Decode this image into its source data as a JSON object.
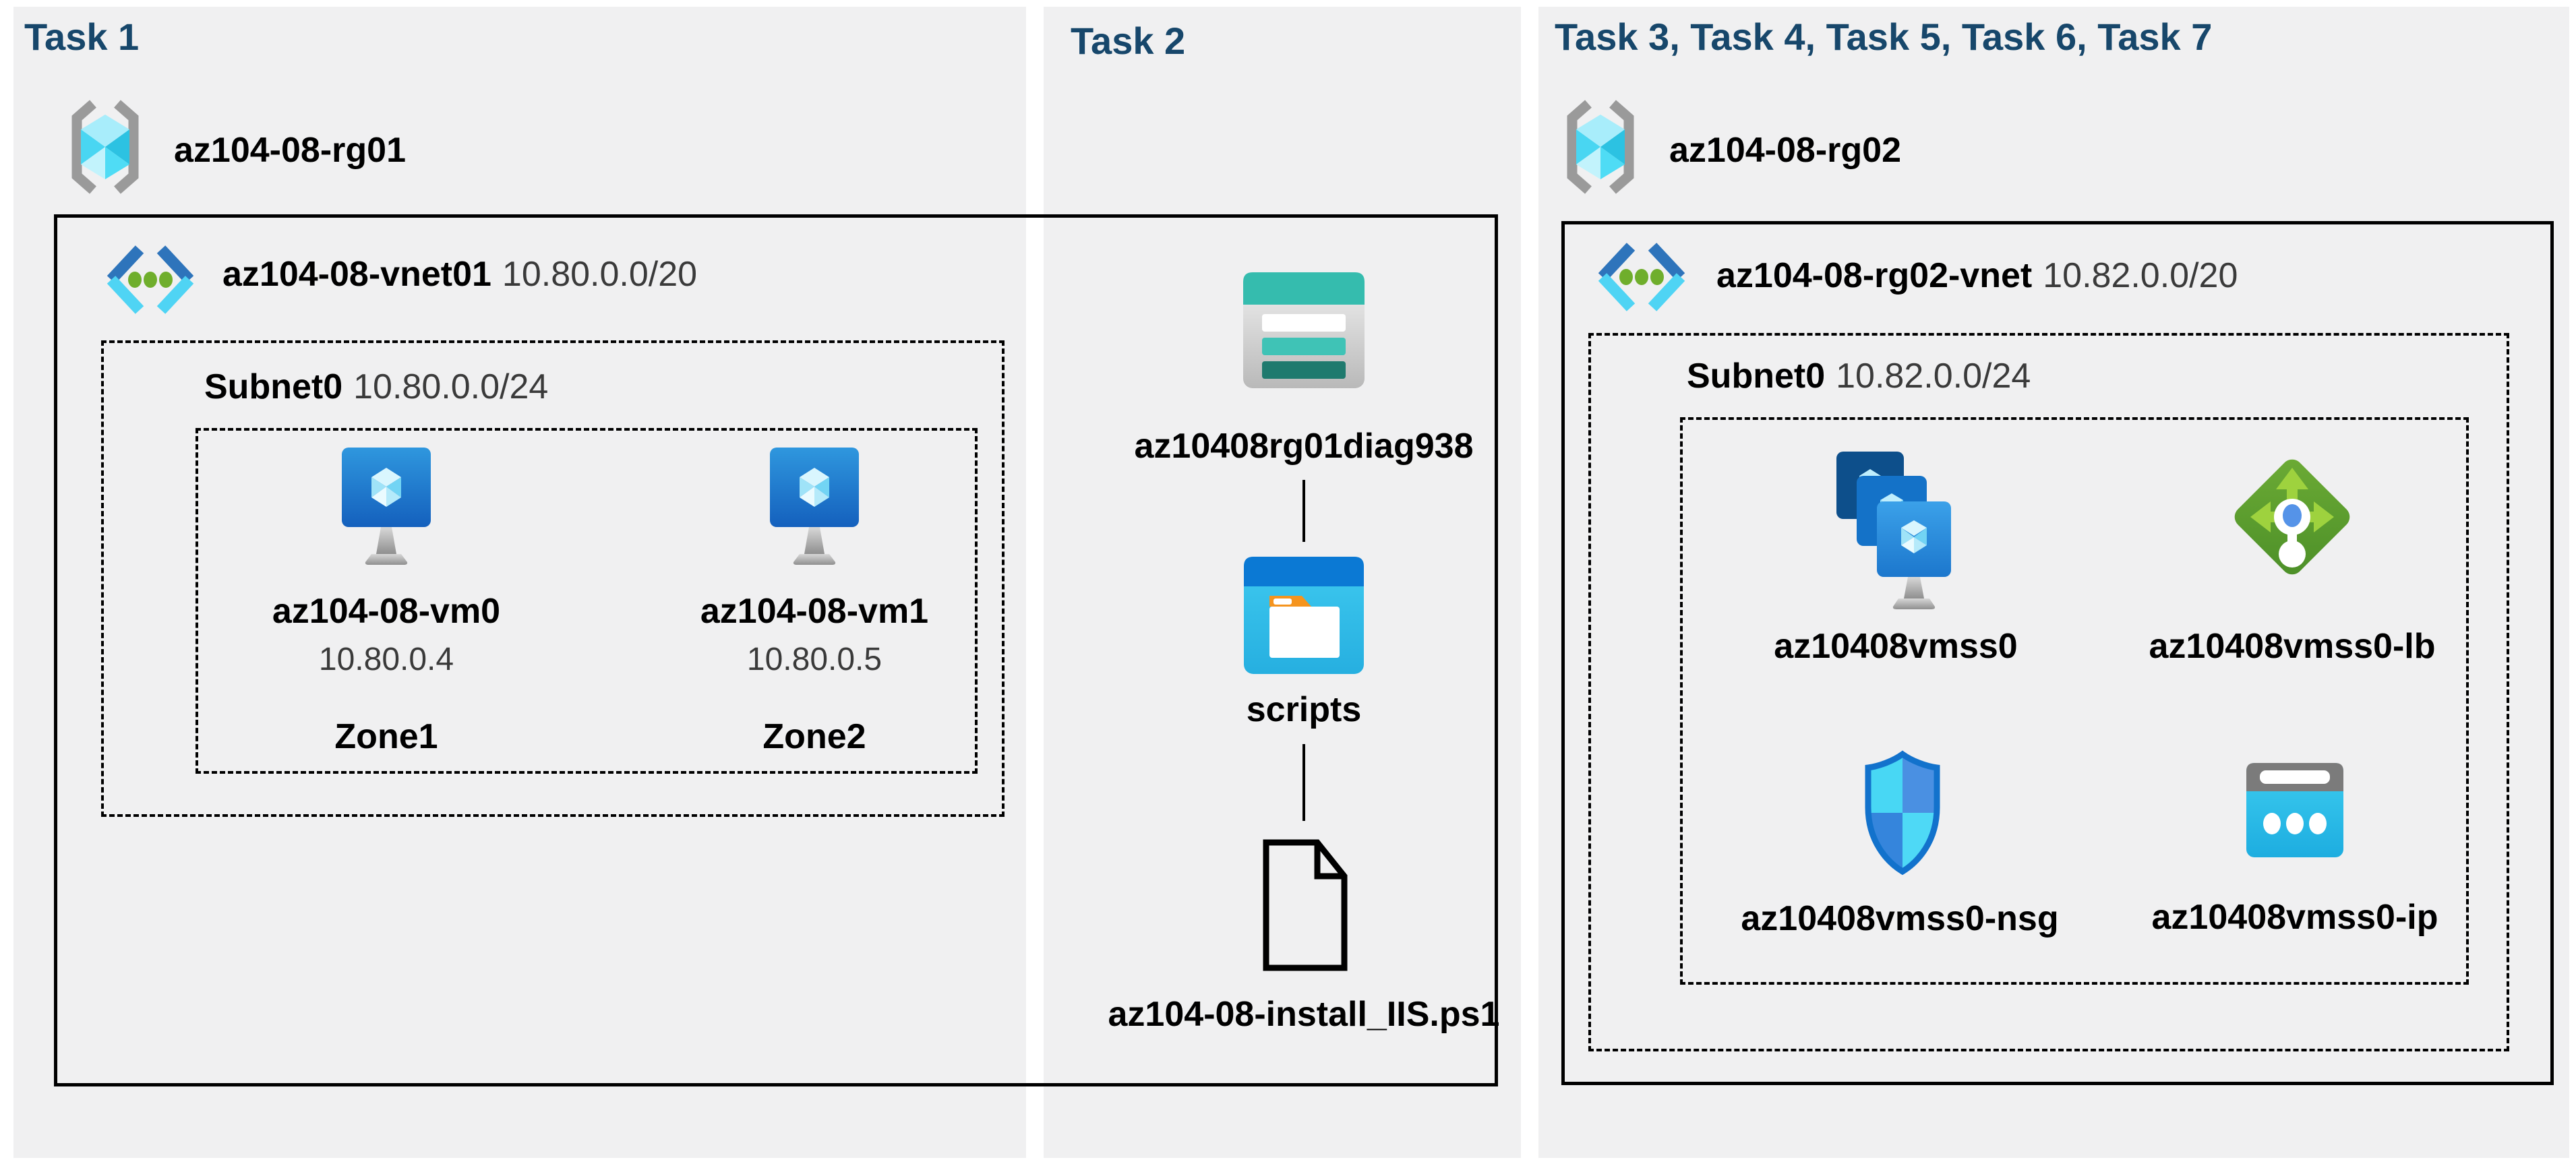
{
  "colors": {
    "panel_bg": "#f0f0f1",
    "title_navy": "#17476b",
    "border_black": "#000000",
    "azure_blue": "#1565c5",
    "azure_cyan": "#50d8f5",
    "lb_green": "#5b9e31",
    "storage_teal": "#35bcae",
    "ip_cyan": "#29bfe8"
  },
  "task1": {
    "title": "Task 1",
    "resource_group": {
      "icon": "resource-group-icon",
      "name": "az104-08-rg01"
    },
    "vnet": {
      "icon": "virtual-network-icon",
      "name": "az104-08-vnet01",
      "cidr": "10.80.0.0/20"
    },
    "subnet": {
      "name": "Subnet0",
      "cidr": "10.80.0.0/24"
    },
    "vms": [
      {
        "icon": "virtual-machine-icon",
        "name": "az104-08-vm0",
        "ip": "10.80.0.4",
        "zone": "Zone1"
      },
      {
        "icon": "virtual-machine-icon",
        "name": "az104-08-vm1",
        "ip": "10.80.0.5",
        "zone": "Zone2"
      }
    ]
  },
  "task2": {
    "title": "Task 2",
    "storage_account": {
      "icon": "storage-account-icon",
      "name": "az10408rg01diag938"
    },
    "container": {
      "icon": "blob-container-icon",
      "name": "scripts"
    },
    "script_file": {
      "icon": "file-icon",
      "name": "az104-08-install_IIS.ps1"
    }
  },
  "task3": {
    "title": "Task 3, Task 4, Task 5, Task 6, Task 7",
    "resource_group": {
      "icon": "resource-group-icon",
      "name": "az104-08-rg02"
    },
    "vnet": {
      "icon": "virtual-network-icon",
      "name": "az104-08-rg02-vnet",
      "cidr": "10.82.0.0/20"
    },
    "subnet": {
      "name": "Subnet0",
      "cidr": "10.82.0.0/24"
    },
    "resources": [
      {
        "icon": "vm-scale-set-icon",
        "name": "az10408vmss0"
      },
      {
        "icon": "load-balancer-icon",
        "name": "az10408vmss0-lb"
      },
      {
        "icon": "network-security-group-icon",
        "name": "az10408vmss0-nsg"
      },
      {
        "icon": "public-ip-icon",
        "name": "az10408vmss0-ip"
      }
    ]
  }
}
